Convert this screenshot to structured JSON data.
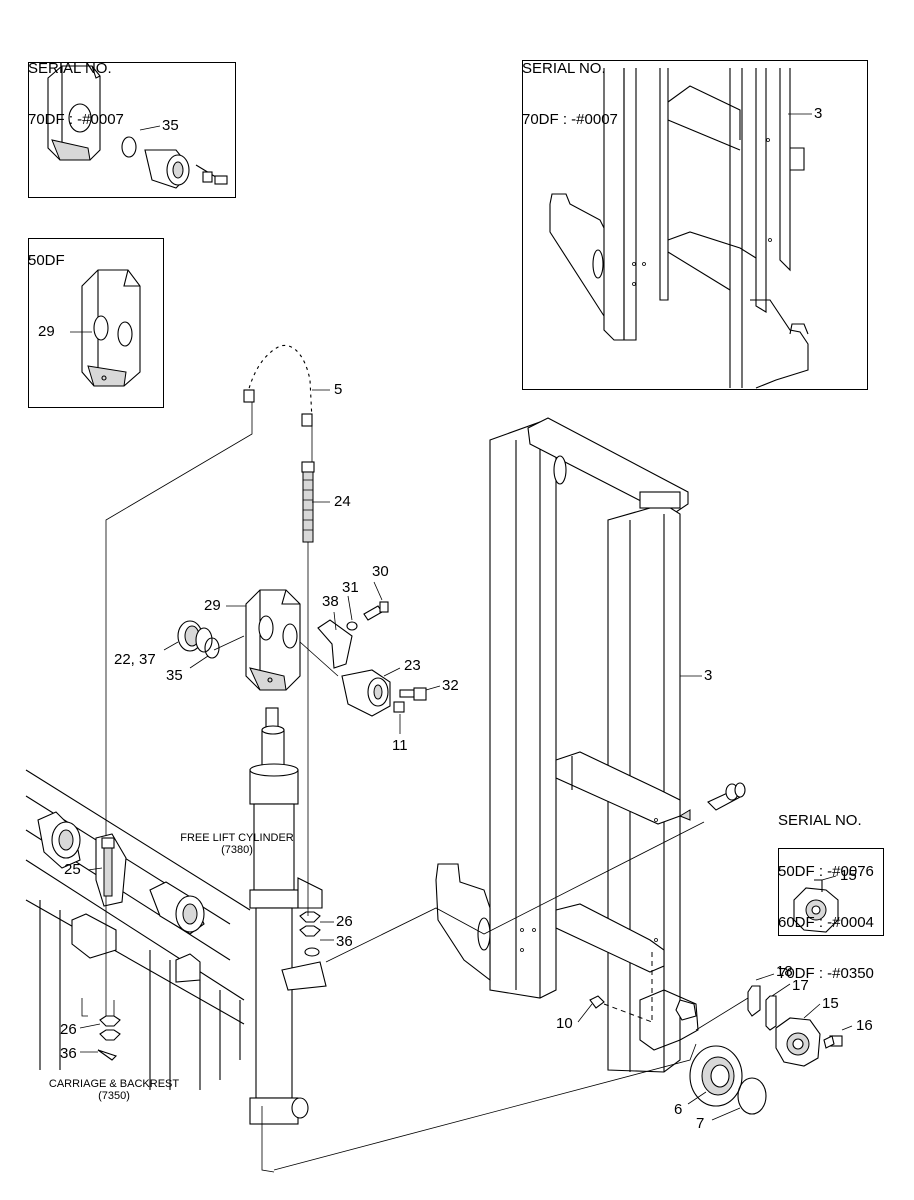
{
  "insets": {
    "top_left": {
      "header_line1": "SERIAL NO.",
      "header_line2": "70DF : -#0007",
      "part": "35"
    },
    "top_right": {
      "header_line1": "SERIAL NO.",
      "header_line2": "70DF : -#0007",
      "part": "3"
    },
    "mid_left": {
      "header": "50DF",
      "part": "29"
    },
    "right": {
      "header_line1": "SERIAL NO.",
      "header_line2": "50DF : -#0076",
      "header_line3": "60DF : -#0004",
      "header_line4": "70DF : -#0350",
      "part": "15"
    }
  },
  "callouts": {
    "chain": "5",
    "rod": "24",
    "bracket": "29",
    "screw_30": "30",
    "washer_31": "31",
    "plate_38": "38",
    "pin_23": "23",
    "bolt_32": "32",
    "bolt_11": "11",
    "seal_22_37": "22, 37",
    "oring_35": "35",
    "mast": "3",
    "anchor_25": "25",
    "nut_26_left": "26",
    "pin_36_left": "36",
    "nut_26_right": "26",
    "pin_36_right": "36",
    "bolt_10": "10",
    "shim_18": "18",
    "shim_17": "17",
    "roller_15": "15",
    "bolt_16": "16",
    "bearing_6": "6",
    "ring_7": "7"
  },
  "labels": {
    "free_lift_title": "FREE LIFT CYLINDER",
    "free_lift_code": "(7380)",
    "carriage_title": "CARRIAGE & BACKREST",
    "carriage_code": "(7350)"
  }
}
